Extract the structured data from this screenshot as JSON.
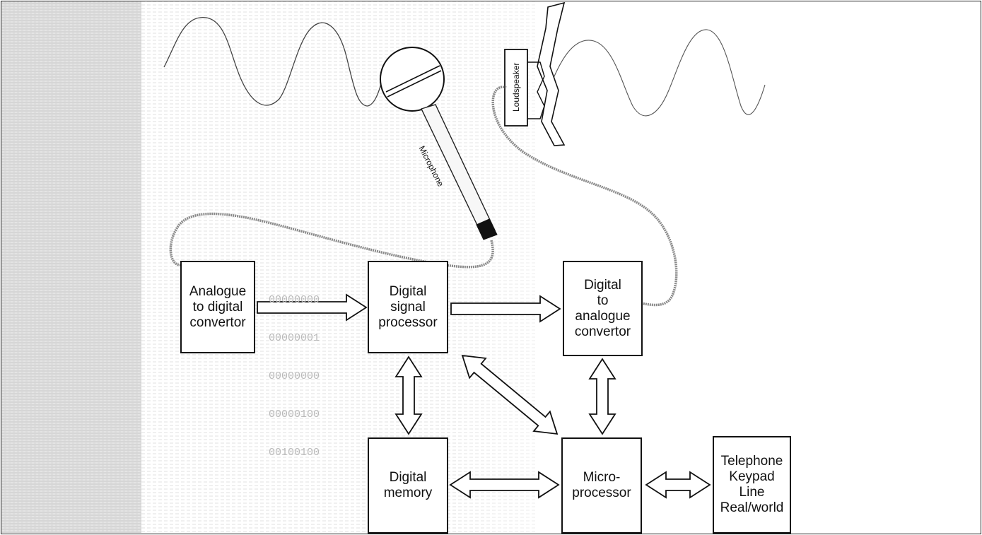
{
  "blocks": {
    "adc": "Analogue\nto digital\nconvertor",
    "dsp": "Digital\nsignal\nprocessor",
    "dac": "Digital\nto\nanalogue\nconvertor",
    "memory": "Digital\nmemory",
    "micro": "Micro-\nprocessor",
    "external": "Telephone\nKeypad\nLine\nReal/world"
  },
  "labels": {
    "microphone": "Microphone",
    "loudspeaker": "Loudspeaker"
  },
  "binary_stream": [
    "00000000",
    "00000001",
    "00000000",
    "00000100",
    "00100100"
  ],
  "colors": {
    "ink": "#111111",
    "background_texture": "#d0d0d0",
    "cable": "#8a8a8a",
    "border": "#222222"
  },
  "icons": [
    "microphone-icon",
    "loudspeaker-icon",
    "sine-wave-icon"
  ]
}
